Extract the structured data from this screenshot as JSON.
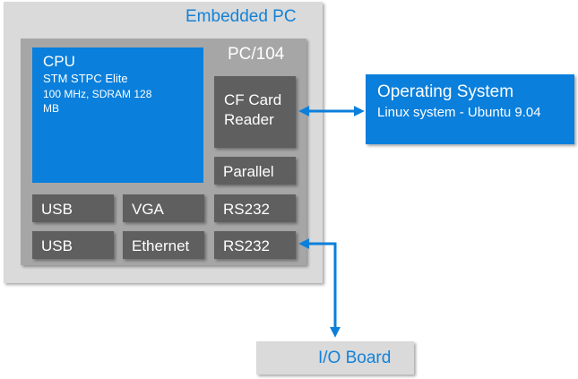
{
  "embedded_pc": {
    "label": "Embedded PC"
  },
  "pc104": {
    "label": "PC/104"
  },
  "cpu": {
    "title": "CPU",
    "model": "STM  STPC Elite",
    "specs_line1": "100 MHz, SDRAM  128",
    "specs_line2": "MB"
  },
  "modules": {
    "cf_card_line1": "CF Card",
    "cf_card_line2": "Reader",
    "parallel": "Parallel",
    "usb_1": "USB",
    "vga": "VGA",
    "rs232_1": "RS232",
    "usb_2": "USB",
    "ethernet": "Ethernet",
    "rs232_2": "RS232"
  },
  "operating_system": {
    "title": "Operating System",
    "detail": "Linux system - Ubuntu 9.04"
  },
  "io_board": {
    "label": "I/O Board"
  },
  "colors": {
    "accent_blue": "#0a7fdb",
    "module_gray": "#5f5f5f",
    "board_gray": "#a6a6a6",
    "outer_gray": "#dadada"
  }
}
